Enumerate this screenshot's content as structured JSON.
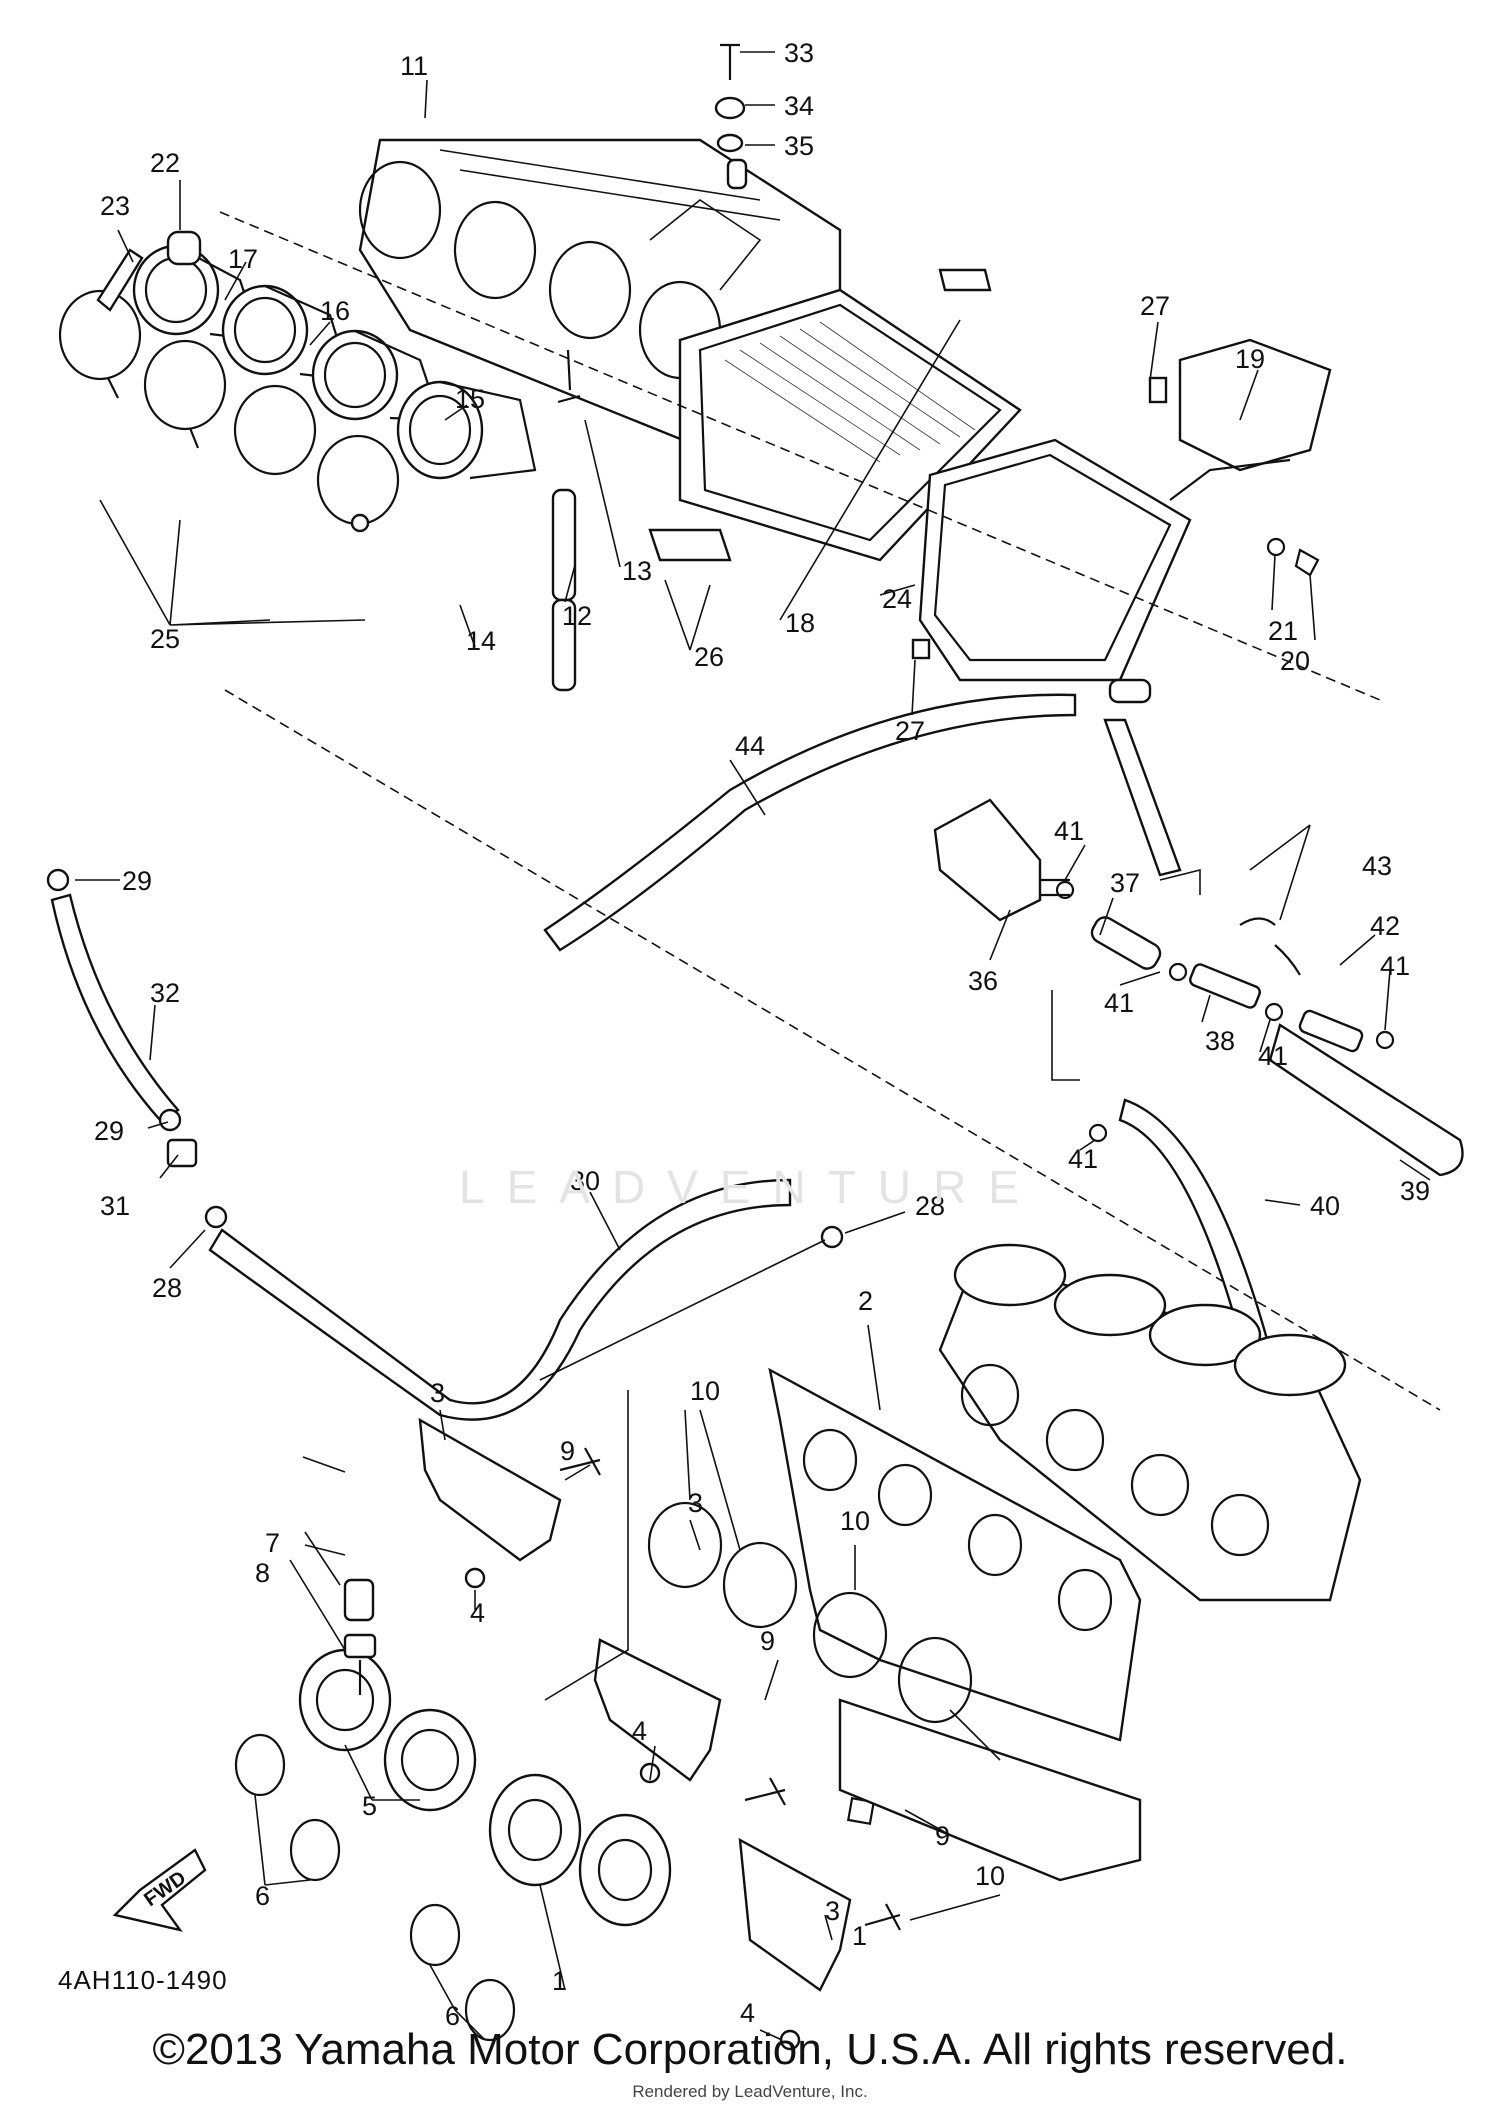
{
  "diagram": {
    "code": "4AH110-1490",
    "fwd_label": "FWD",
    "watermark": "LEADVENTURE",
    "copyright": "©2013 Yamaha Motor Corporation, U.S.A. All rights reserved.",
    "rendered_by": "Rendered by LeadVenture, Inc.",
    "part_labels": [
      {
        "n": "1"
      },
      {
        "n": "1"
      },
      {
        "n": "2"
      },
      {
        "n": "3"
      },
      {
        "n": "3"
      },
      {
        "n": "3"
      },
      {
        "n": "4"
      },
      {
        "n": "4"
      },
      {
        "n": "4"
      },
      {
        "n": "5"
      },
      {
        "n": "6"
      },
      {
        "n": "6"
      },
      {
        "n": "7"
      },
      {
        "n": "8"
      },
      {
        "n": "9"
      },
      {
        "n": "9"
      },
      {
        "n": "9"
      },
      {
        "n": "10"
      },
      {
        "n": "10"
      },
      {
        "n": "10"
      },
      {
        "n": "11"
      },
      {
        "n": "12"
      },
      {
        "n": "13"
      },
      {
        "n": "14"
      },
      {
        "n": "15"
      },
      {
        "n": "16"
      },
      {
        "n": "17"
      },
      {
        "n": "18"
      },
      {
        "n": "19"
      },
      {
        "n": "20"
      },
      {
        "n": "21"
      },
      {
        "n": "22"
      },
      {
        "n": "23"
      },
      {
        "n": "24"
      },
      {
        "n": "25"
      },
      {
        "n": "26"
      },
      {
        "n": "27"
      },
      {
        "n": "27"
      },
      {
        "n": "28"
      },
      {
        "n": "28"
      },
      {
        "n": "29"
      },
      {
        "n": "29"
      },
      {
        "n": "30"
      },
      {
        "n": "31"
      },
      {
        "n": "32"
      },
      {
        "n": "33"
      },
      {
        "n": "34"
      },
      {
        "n": "35"
      },
      {
        "n": "36"
      },
      {
        "n": "37"
      },
      {
        "n": "38"
      },
      {
        "n": "39"
      },
      {
        "n": "40"
      },
      {
        "n": "41"
      },
      {
        "n": "41"
      },
      {
        "n": "41"
      },
      {
        "n": "41"
      },
      {
        "n": "41"
      },
      {
        "n": "42"
      },
      {
        "n": "43"
      },
      {
        "n": "44"
      }
    ]
  }
}
